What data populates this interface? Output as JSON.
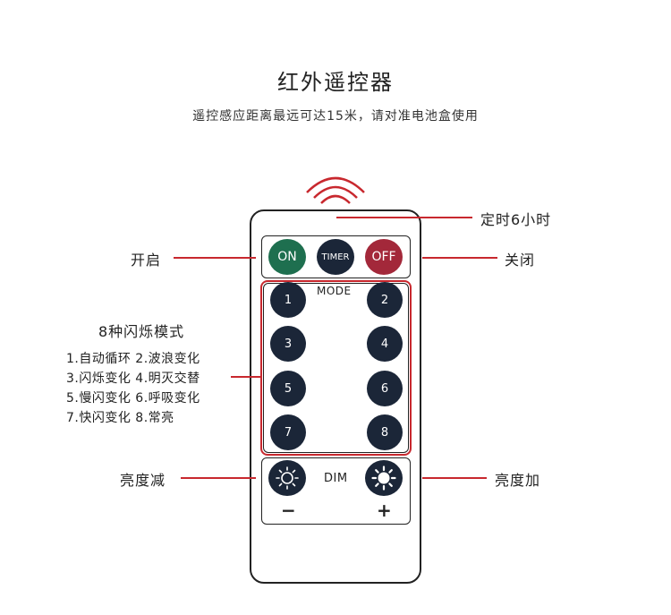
{
  "header": {
    "title": "红外遥控器",
    "subtitle": "遥控感应距离最远可达15米，请对准电池盒使用"
  },
  "callouts": {
    "timer6h": "定时6小时",
    "on": "开启",
    "off": "关闭",
    "dim_down": "亮度减",
    "dim_up": "亮度加"
  },
  "modes": {
    "title": "8种闪烁模式",
    "lines": [
      "1.自动循环  2.波浪变化",
      "3.闪烁变化  4.明灭交替",
      "5.慢闪变化  6.呼吸变化",
      "7.快闪变化  8.常亮"
    ]
  },
  "remote": {
    "top_buttons": {
      "on": "ON",
      "timer": "TIMER",
      "off": "OFF"
    },
    "mode_label": "MODE",
    "mode_buttons": [
      "1",
      "2",
      "3",
      "4",
      "5",
      "6",
      "7",
      "8"
    ],
    "dim_label": "DIM",
    "minus": "−",
    "plus": "+"
  },
  "colors": {
    "accent_red": "#c8282e",
    "on_green": "#1e6f4f",
    "off_red": "#a3283a",
    "button_dark": "#1b2638"
  },
  "icons": {
    "signal": "ir-signal-icon",
    "sun_outline": "sun-outline-icon",
    "sun_filled": "sun-filled-icon"
  }
}
